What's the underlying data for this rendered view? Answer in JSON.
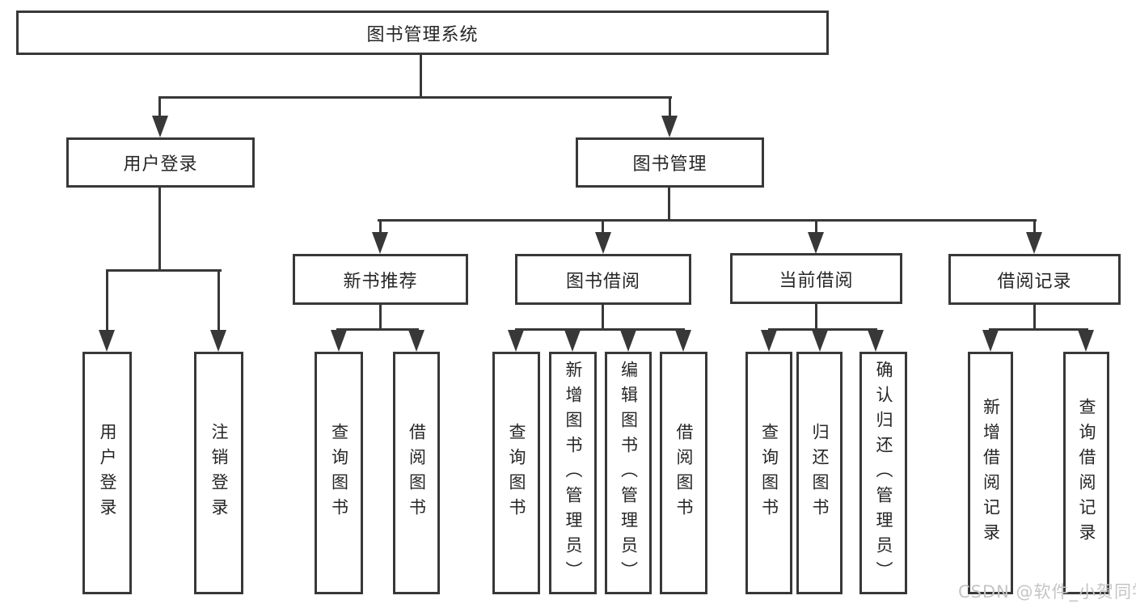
{
  "diagram": {
    "type": "hierarchy-tree",
    "root": {
      "label": "图书管理系统"
    },
    "level2": [
      {
        "label": "用户登录"
      },
      {
        "label": "图书管理"
      }
    ],
    "level3": [
      {
        "label": "新书推荐"
      },
      {
        "label": "图书借阅"
      },
      {
        "label": "当前借阅"
      },
      {
        "label": "借阅记录"
      }
    ],
    "leaves": [
      {
        "label": "用户登录"
      },
      {
        "label": "注销登录"
      },
      {
        "label": "查询图书"
      },
      {
        "label": "借阅图书"
      },
      {
        "label": "查询图书"
      },
      {
        "label": "新增图书（管理员）"
      },
      {
        "label": "编辑图书（管理员）"
      },
      {
        "label": "借阅图书"
      },
      {
        "label": "查询图书"
      },
      {
        "label": "归还图书"
      },
      {
        "label": "确认归还（管理员）"
      },
      {
        "label": "新增借阅记录"
      },
      {
        "label": "查询借阅记录"
      }
    ]
  },
  "watermark": "CSDN @软件_小贺同学",
  "colors": {
    "line": "#383838",
    "text": "#262626",
    "watermark": "#c5c5c5",
    "background": "#ffffff"
  }
}
